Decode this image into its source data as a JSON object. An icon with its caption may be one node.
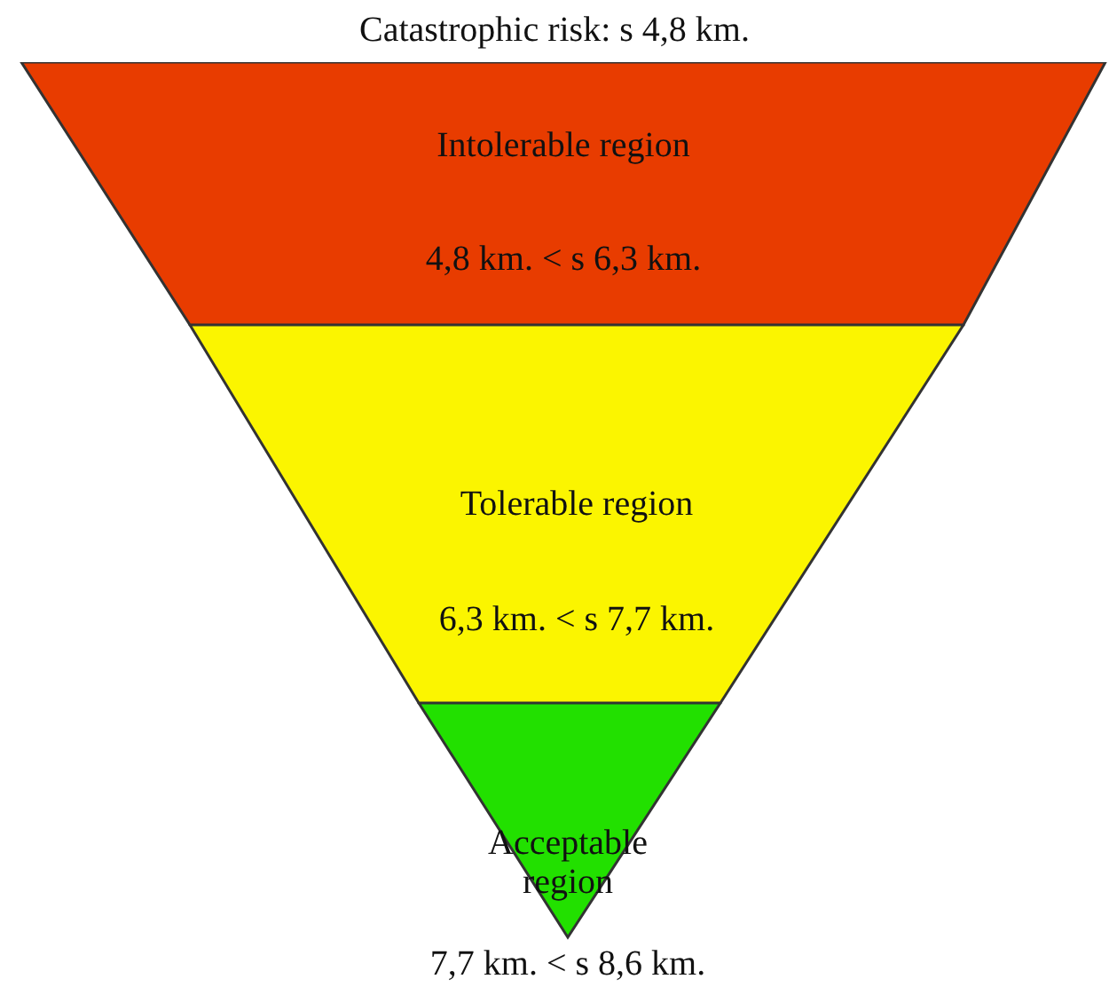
{
  "diagram": {
    "title": "Catastrophic risk: s 4,8 km.",
    "nodes": [
      {
        "text": [
          "Intolerable region",
          "4,8 km. < s 6,3 km."
        ]
      },
      {
        "text": [
          "Tolerable region",
          "6,3 km. < s 7,7 km."
        ]
      },
      {
        "text": [
          "Acceptable region",
          "7,7 km. < s 8,6 km."
        ]
      }
    ],
    "edges": []
  }
}
